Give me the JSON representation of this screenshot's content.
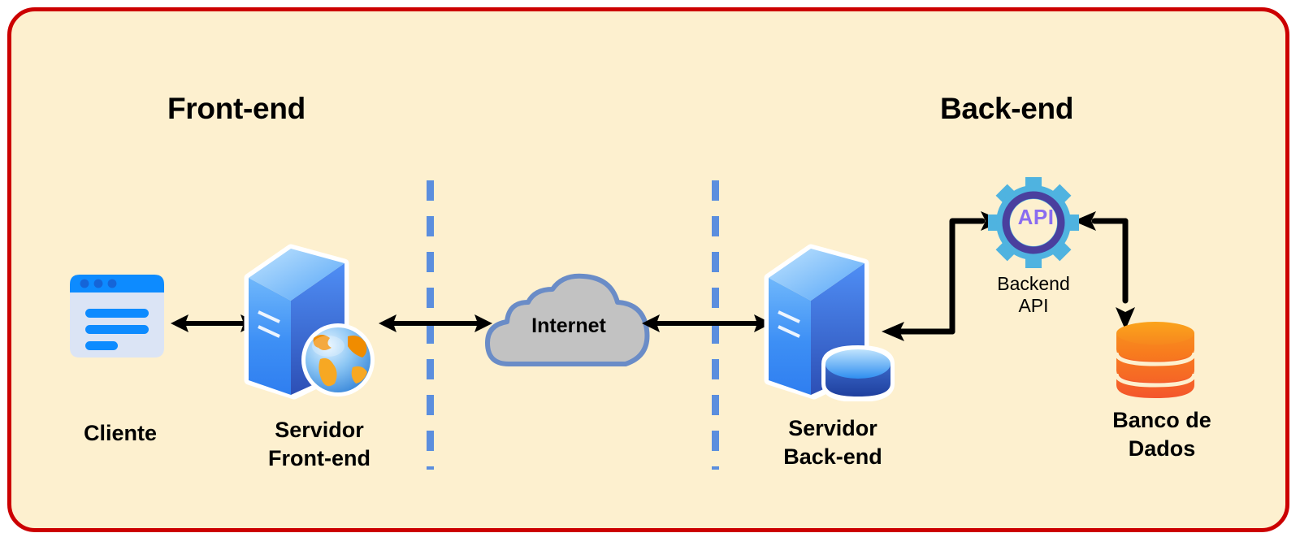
{
  "diagram": {
    "title_frontend": "Front-end",
    "title_backend": "Back-end",
    "border_color": "#cc0000",
    "background_color": "#fdf0cf",
    "divider_color": "#5b8ede"
  },
  "nodes": {
    "client": {
      "label": "Cliente",
      "icon": "browser-window-icon",
      "colors": {
        "titlebar": "#0d8bff",
        "body": "#dbe4f5",
        "lines": "#0d8bff"
      }
    },
    "frontend_server": {
      "label": "Servidor\nFront-end",
      "icon": "server-tower-with-globe-icon",
      "colors": {
        "face": "#3d8ff5",
        "side": "#3f63c8",
        "globe_land": "#f39200",
        "globe_sea": "#9fd0f5"
      }
    },
    "internet": {
      "label": "Internet",
      "icon": "cloud-icon",
      "colors": {
        "fill": "#c2c2c2",
        "stroke": "#6a8cc7"
      }
    },
    "backend_server": {
      "label": "Servidor\nBack-end",
      "icon": "server-tower-with-disk-icon",
      "colors": {
        "face": "#3d8ff5",
        "side": "#3f63c8",
        "disk_top": "#4aa8f5"
      }
    },
    "backend_api": {
      "label": "Backend\nAPI",
      "badge_text": "API",
      "icon": "gear-api-icon",
      "colors": {
        "gear": "#4fb3e0",
        "ring": "#4a3f9e",
        "text": "#8a6cf0"
      }
    },
    "database": {
      "label": "Banco de\nDados",
      "icon": "database-cylinder-icon",
      "colors": {
        "top": "#f7941e",
        "bottom": "#f4602c"
      }
    }
  },
  "connections": [
    {
      "name": "client-to-frontend-server",
      "type": "bidirectional-arrow"
    },
    {
      "name": "frontend-server-to-internet",
      "type": "bidirectional-arrow"
    },
    {
      "name": "internet-to-backend-server",
      "type": "bidirectional-arrow"
    },
    {
      "name": "backend-server-to-api",
      "type": "elbow-arrow"
    },
    {
      "name": "api-to-database",
      "type": "elbow-arrow"
    },
    {
      "name": "database-to-backend-server",
      "type": "elbow-arrow"
    }
  ]
}
